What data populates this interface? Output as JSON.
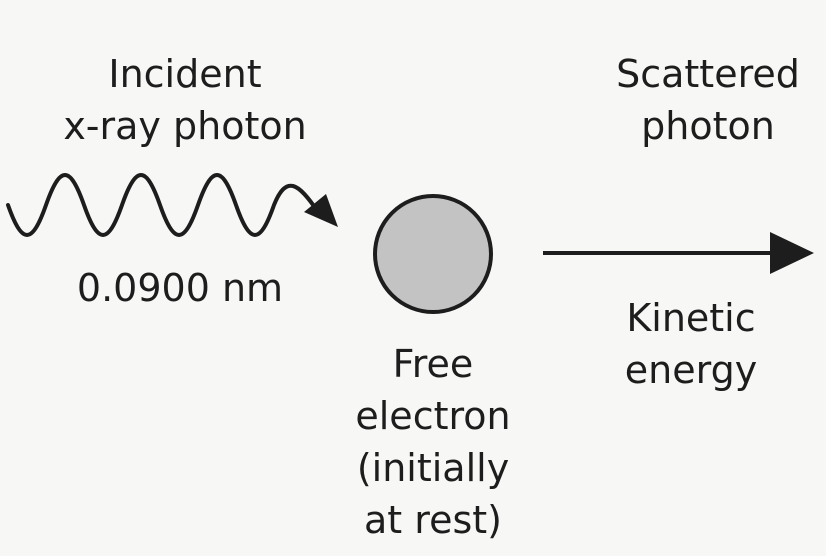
{
  "incident": {
    "line1": "Incident",
    "line2": "x-ray photon"
  },
  "scattered": {
    "line1": "Scattered",
    "line2": "photon"
  },
  "wavelength": {
    "text": "0.0900 nm"
  },
  "electron": {
    "line1": "Free",
    "line2": "electron",
    "line3": "(initially",
    "line4": "at rest)"
  },
  "kinetic": {
    "line1": "Kinetic",
    "line2": "energy"
  },
  "colors": {
    "background": "#f7f7f6",
    "stroke": "#1d1d1d",
    "electron_fill": "#c3c3c3"
  }
}
